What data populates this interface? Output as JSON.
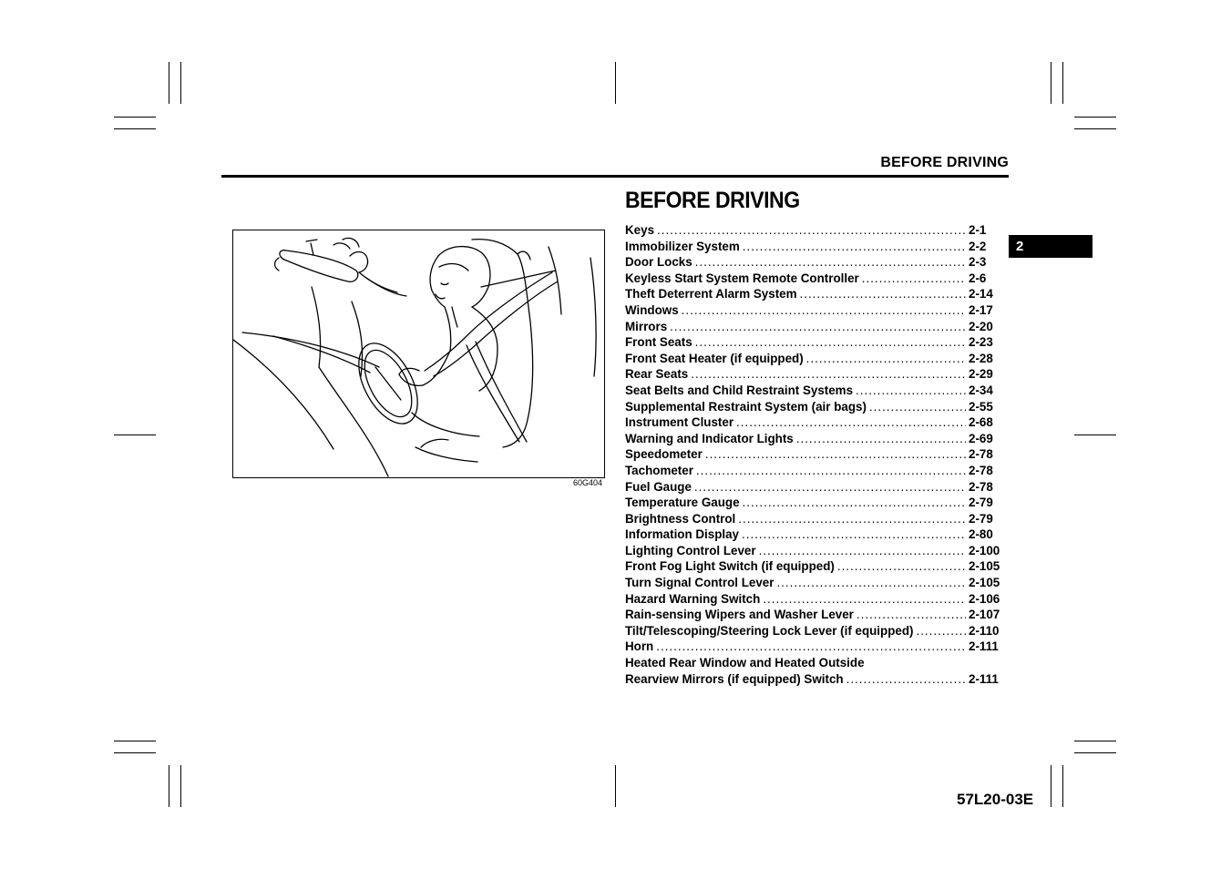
{
  "header": {
    "running_title": "BEFORE DRIVING",
    "chapter_tab": "2"
  },
  "section": {
    "title": "BEFORE DRIVING"
  },
  "figure": {
    "code": "60G404",
    "icon": "driver-adjusting-rearview-mirror-illustration"
  },
  "toc": [
    {
      "title": "Keys",
      "page": "2-1"
    },
    {
      "title": "Immobilizer System",
      "page": "2-2"
    },
    {
      "title": "Door Locks",
      "page": "2-3"
    },
    {
      "title": "Keyless Start System Remote Controller",
      "page": "2-6"
    },
    {
      "title": "Theft Deterrent Alarm System",
      "page": "2-14"
    },
    {
      "title": "Windows",
      "page": "2-17"
    },
    {
      "title": "Mirrors",
      "page": "2-20"
    },
    {
      "title": "Front Seats",
      "page": "2-23"
    },
    {
      "title": "Front Seat Heater (if equipped)",
      "page": "2-28"
    },
    {
      "title": "Rear Seats",
      "page": "2-29"
    },
    {
      "title": "Seat Belts and Child Restraint Systems",
      "page": "2-34"
    },
    {
      "title": "Supplemental Restraint System (air bags)",
      "page": "2-55"
    },
    {
      "title": "Instrument Cluster",
      "page": "2-68"
    },
    {
      "title": "Warning and Indicator Lights",
      "page": "2-69"
    },
    {
      "title": "Speedometer",
      "page": "2-78"
    },
    {
      "title": "Tachometer",
      "page": "2-78"
    },
    {
      "title": "Fuel Gauge",
      "page": "2-78"
    },
    {
      "title": "Temperature Gauge",
      "page": "2-79"
    },
    {
      "title": "Brightness Control",
      "page": "2-79"
    },
    {
      "title": "Information Display",
      "page": "2-80"
    },
    {
      "title": "Lighting Control Lever",
      "page": "2-100"
    },
    {
      "title": "Front Fog Light Switch (if equipped)",
      "page": "2-105"
    },
    {
      "title": "Turn Signal Control Lever",
      "page": "2-105"
    },
    {
      "title": "Hazard Warning Switch",
      "page": "2-106"
    },
    {
      "title": "Rain-sensing Wipers and Washer Lever",
      "page": "2-107"
    },
    {
      "title": "Tilt/Telescoping/Steering Lock Lever (if equipped)",
      "page": "2-110"
    },
    {
      "title": "Horn",
      "page": "2-111"
    }
  ],
  "toc_last": {
    "line1": "Heated Rear Window and Heated Outside",
    "line2": "Rearview Mirrors (if equipped) Switch",
    "page": "2-111"
  },
  "footer": {
    "doc_code": "57L20-03E"
  }
}
